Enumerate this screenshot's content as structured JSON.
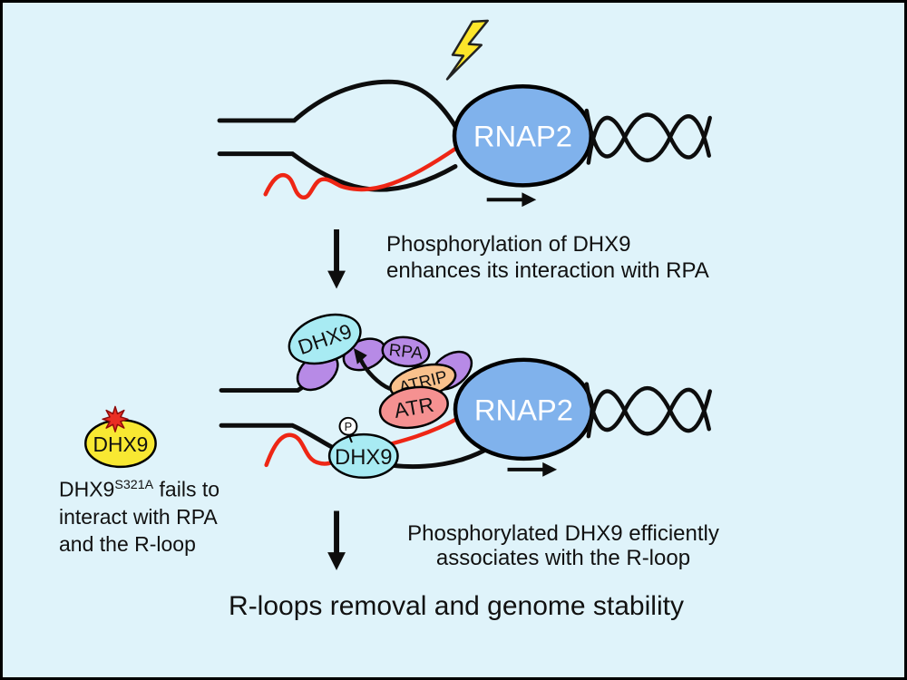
{
  "colors": {
    "bg": "#dff3fa",
    "dna": "#0d0d0d",
    "rna": "#ee2615",
    "rnap2_fill": "#80b2ec",
    "dhx9_fill": "#a8ebf3",
    "rpa_fill": "#b78ae6",
    "atrip_fill": "#f9c18c",
    "atr_fill": "#f59191",
    "mutant_fill": "#f8e832",
    "star_fill": "#ea2e23",
    "bolt_fill": "#fde52a",
    "text": "#111111"
  },
  "icons": {
    "stress_icon": "lightning-bolt",
    "mutation_icon": "red-starburst",
    "phosphate_icon": "circled-p",
    "transcription_icon": "right-arrow",
    "process_icon": "down-arrow"
  },
  "top_panel": {
    "rnap2_label": "RNAP2"
  },
  "step1": {
    "line1": "Phosphorylation of DHX9",
    "line2": "enhances its interaction with RPA"
  },
  "middle_panel": {
    "dhx9_released_label": "DHX9",
    "rpa_label": "RPA",
    "atrip_label": "ATRIP",
    "atr_label": "ATR",
    "phosphate_label": "P",
    "dhx9_rloop_label": "DHX9",
    "rnap2_label": "RNAP2"
  },
  "mutant": {
    "oval_label": "DHX9",
    "caption_line1_main": "DHX9",
    "caption_line1_sup": "S321A",
    "caption_line1_rest": " fails to",
    "caption_line2": "interact with RPA",
    "caption_line3": "and the R-loop"
  },
  "step2": {
    "line1": "Phosphorylated DHX9 efficiently",
    "line2": "associates with the R-loop"
  },
  "footer": {
    "title": "R-loops removal and genome stability"
  }
}
